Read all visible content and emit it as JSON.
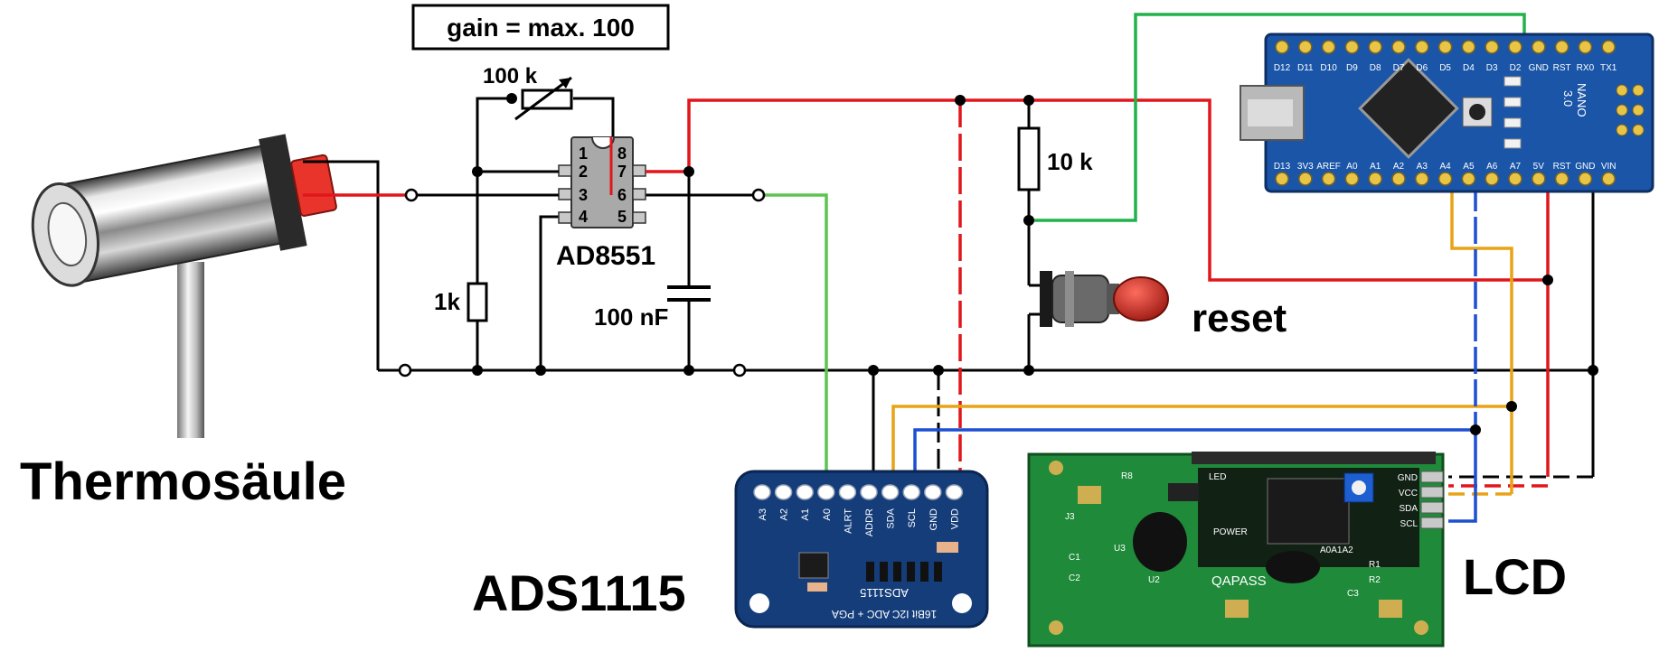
{
  "labels": {
    "gain": "gain = max. 100",
    "pot": "100 k",
    "opamp": "AD8551",
    "r1k": "1k",
    "cap": "100 nF",
    "r10k": "10 k",
    "reset": "reset",
    "thermopile": "Thermosäule",
    "adc": "ADS1115",
    "lcd": "LCD"
  },
  "opamp_pins": [
    "1",
    "2",
    "3",
    "4",
    "8",
    "7",
    "6",
    "5"
  ],
  "ads_pins": [
    "A3",
    "A2",
    "A1",
    "A0",
    "ALRT",
    "ADDR",
    "SDA",
    "SCL",
    "GND",
    "VDD"
  ],
  "ads_board_text": [
    "ADS1115",
    "16Bit I2C ADC + PGA"
  ],
  "nano_top_pins": [
    "D12",
    "D11",
    "D10",
    "D9",
    "D8",
    "D7",
    "D6",
    "D5",
    "D4",
    "D3",
    "D2",
    "GND",
    "RST",
    "RX0",
    "TX1"
  ],
  "nano_bottom_pins": [
    "D13",
    "3V3",
    "AREF",
    "A0",
    "A1",
    "A2",
    "A3",
    "A4",
    "A5",
    "A6",
    "A7",
    "5V",
    "RST",
    "GND",
    "VIN"
  ],
  "nano_board_text": [
    "NANO",
    "3.0"
  ],
  "lcd_pins": [
    "GND",
    "VCC",
    "SDA",
    "SCL"
  ],
  "lcd_board_text": [
    "QAPASS",
    "LED",
    "POWER",
    "R8",
    "U3",
    "U2",
    "A0A1A2",
    "C1",
    "C2",
    "C3",
    "R1",
    "R2",
    "J3"
  ],
  "wire_colors": {
    "black": "#000000",
    "red": "#e0161b",
    "green": "#22b24c",
    "lightgreen": "#5dc450",
    "orange": "#e8a317",
    "blue": "#1c4fd1"
  },
  "colors": {
    "ads_board": "#143d7a",
    "nano_board": "#1a55a8",
    "lcd_pcb": "#1f8a3a",
    "button_red": "#c62a1f",
    "opamp_body": "#a9a9a9"
  }
}
